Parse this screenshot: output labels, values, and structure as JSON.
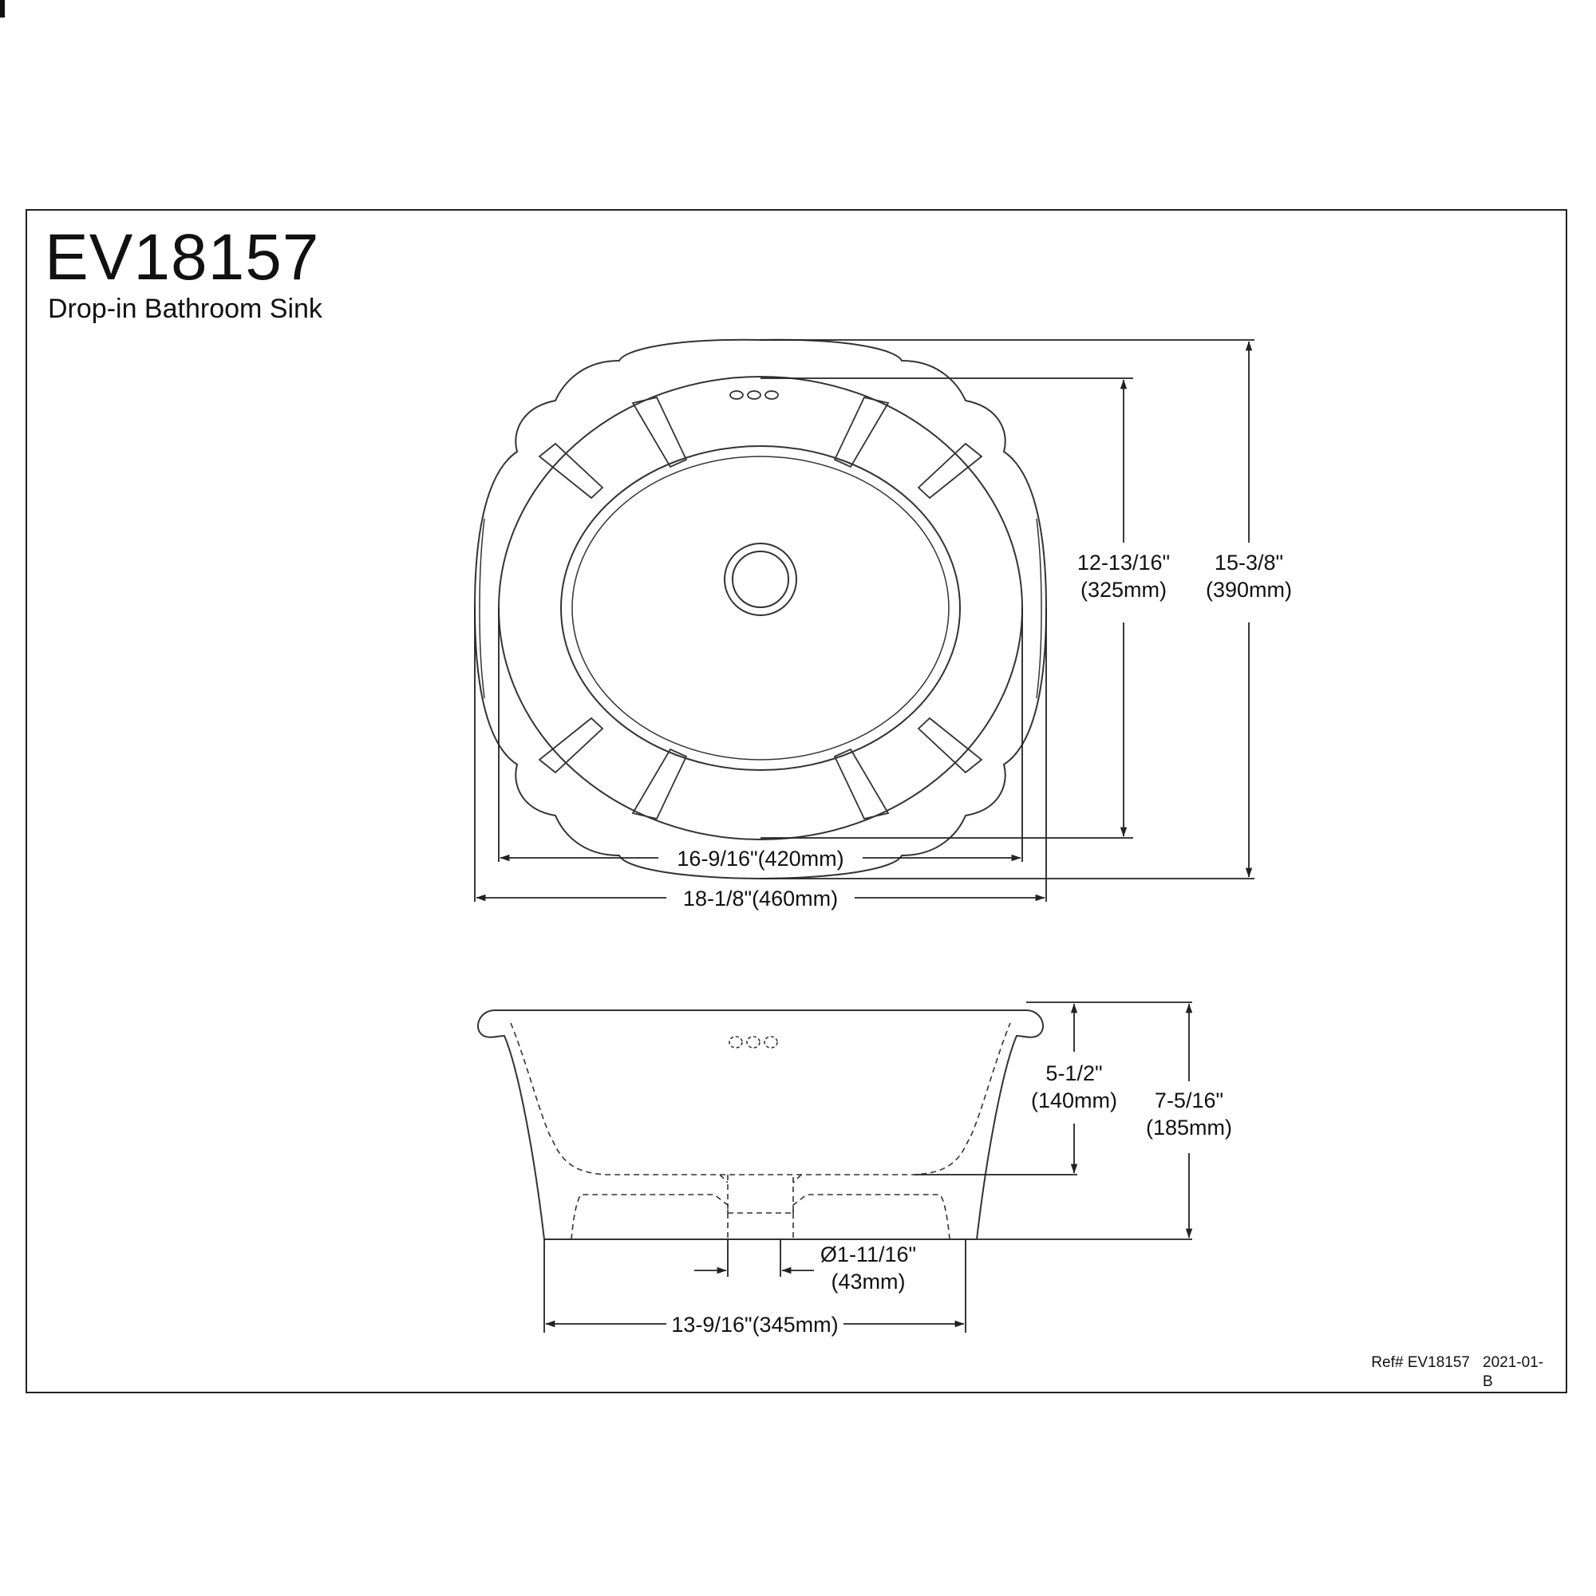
{
  "header": {
    "model": "EV18157",
    "product_name": "Drop-in Bathroom Sink"
  },
  "top_view": {
    "overall_length": "18-1/8\"(460mm)",
    "inner_length": "16-9/16\"(420mm)",
    "inner_width_in": "12-13/16\"",
    "inner_width_mm": "(325mm)",
    "overall_width_in": "15-3/8\"",
    "overall_width_mm": "(390mm)"
  },
  "side_view": {
    "basin_depth_in": "5-1/2\"",
    "basin_depth_mm": "(140mm)",
    "overall_height_in": "7-5/16\"",
    "overall_height_mm": "(185mm)",
    "drain_diameter_in": "Ø1-11/16\"",
    "drain_diameter_mm": "(43mm)",
    "base_length": "13-9/16\"(345mm)"
  },
  "footer": {
    "ref_code": "Ref# EV18157",
    "revision": "2021-01-B"
  },
  "colors": {
    "line": "#222222",
    "background": "#ffffff"
  }
}
